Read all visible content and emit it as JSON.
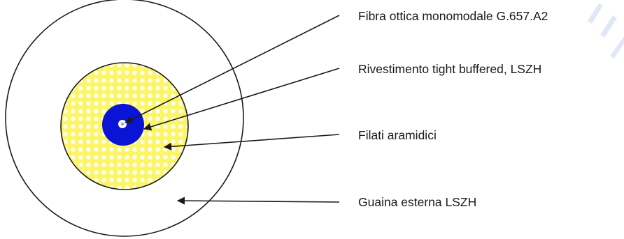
{
  "labels": {
    "fiber": "Fibra ottica monomodale G.657.A2",
    "buffer": "Rivestimento tight buffered, LSZH",
    "yarns": "Filati aramidici",
    "jacket": "Guaina esterna LSZH"
  },
  "colors": {
    "core_blue": "#0a14d6",
    "aramid_yellow": "#fbf567",
    "aramid_dot": "#ffffff",
    "watermark_blue": "#c9d7ee",
    "stroke": "#1a1a1a"
  }
}
